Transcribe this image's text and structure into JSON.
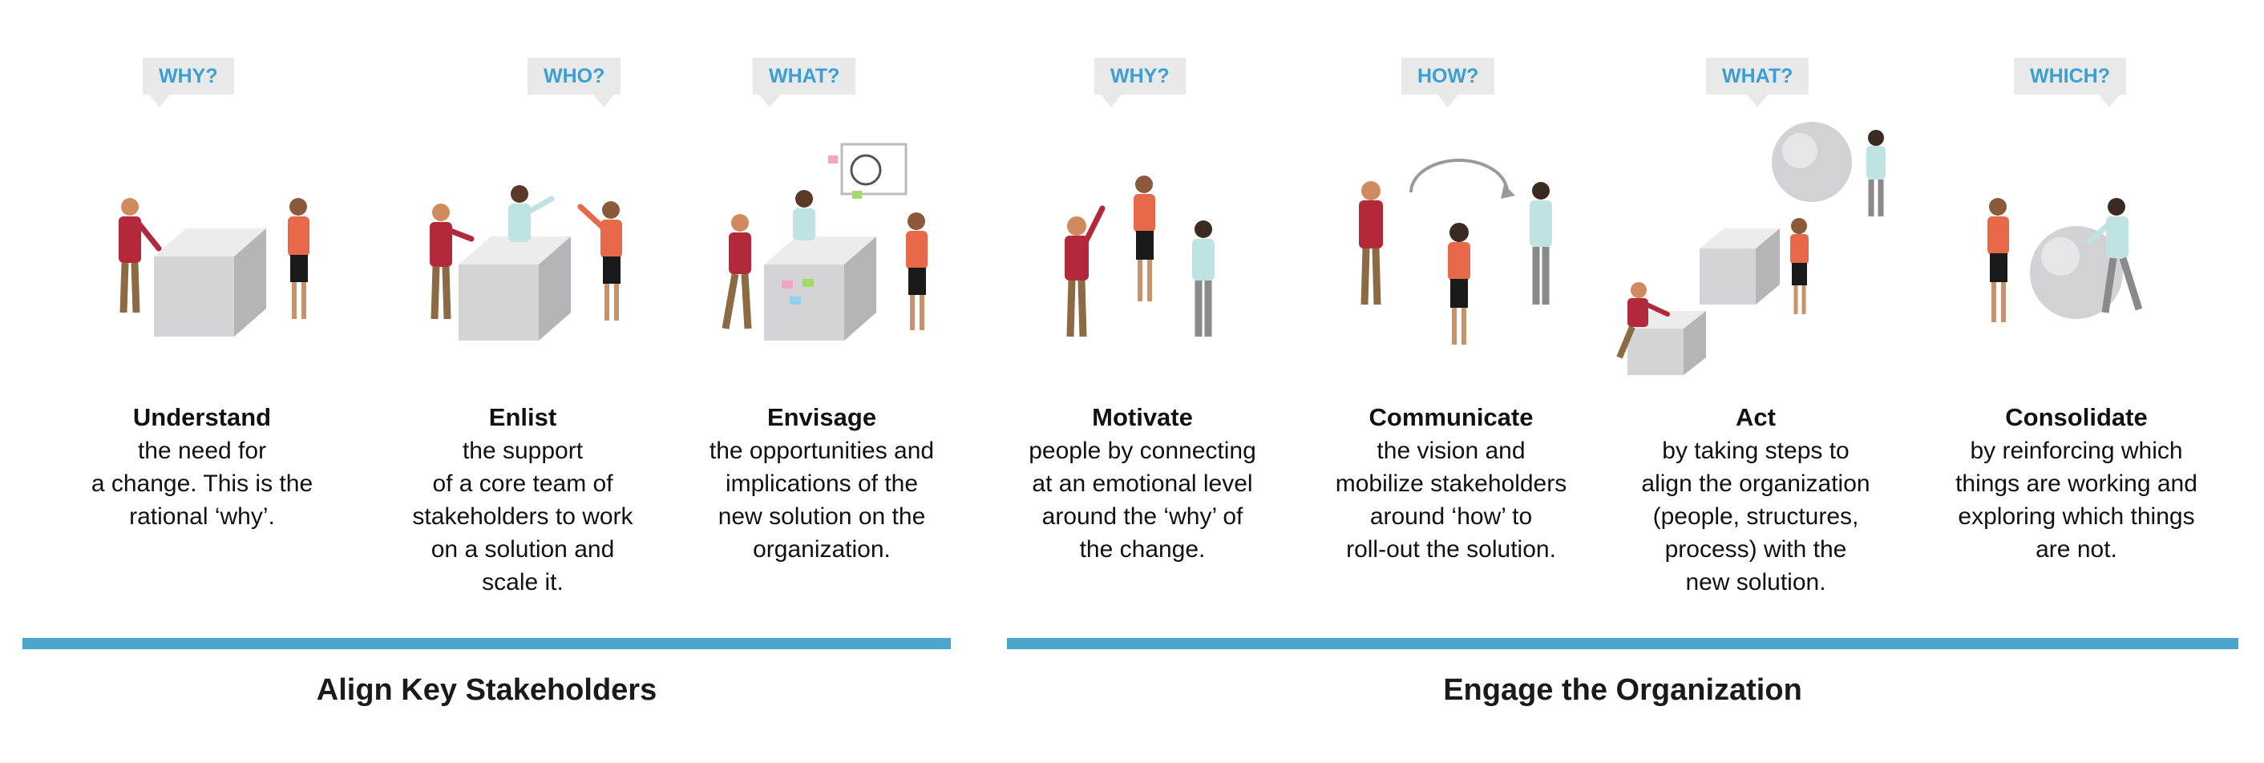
{
  "steps": [
    {
      "bubble": "WHY?",
      "title": "Understand",
      "desc": "the need for\na change. This is the\nrational ‘why’."
    },
    {
      "bubble": "WHO?",
      "title": "Enlist",
      "desc": "the support\nof a core team of\nstakeholders to work\non a solution and\nscale it."
    },
    {
      "bubble": "WHAT?",
      "title": "Envisage",
      "desc": "the opportunities and\nimplications of the\nnew solution on the\norganization."
    },
    {
      "bubble": "WHY?",
      "title": "Motivate",
      "desc": "people by connecting\nat an emotional level\naround the ‘why’ of\nthe change."
    },
    {
      "bubble": "HOW?",
      "title": "Communicate",
      "desc": "the vision and\nmobilize stakeholders\naround ‘how’ to\nroll-out the solution."
    },
    {
      "bubble": "WHAT?",
      "title": "Act",
      "desc": "by taking steps to\nalign the organization\n(people, structures,\nprocess) with the\nnew solution."
    },
    {
      "bubble": "WHICH?",
      "title": "Consolidate",
      "desc": "by reinforcing which\nthings are working and\nexploring which things\nare not."
    }
  ],
  "phases": [
    {
      "label": "Align Key Stakeholders"
    },
    {
      "label": "Engage the Organization"
    }
  ],
  "colors": {
    "accent": "#4aa6cd",
    "bubble_text": "#3b9fd6",
    "bubble_bg": "#e9e9ea"
  }
}
